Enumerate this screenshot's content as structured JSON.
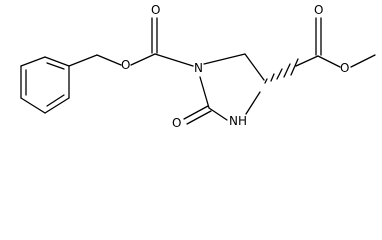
{
  "atoms": {
    "O_ester_benzyl": "O",
    "O_carbonyl_cbz": "O",
    "N1": "N",
    "NH": "NH",
    "O_ring_carbonyl": "O",
    "O_carbonyl_methyl": "O",
    "O_ester_methyl": "O"
  },
  "colors": {
    "bond": "#000000",
    "label": "#000000",
    "background": "#ffffff"
  }
}
